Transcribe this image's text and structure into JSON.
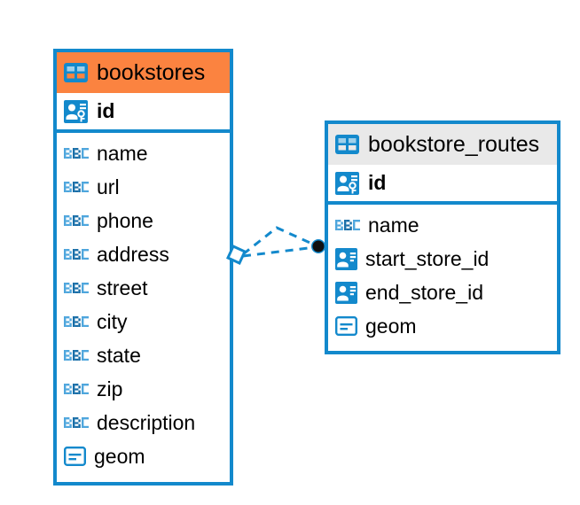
{
  "diagram": {
    "type": "entity-relationship-diagram",
    "colors": {
      "border": "#1389cc",
      "accent_orange": "#fb8340",
      "accent_gray": "#e9e9e9",
      "icon_blue": "#1389cc",
      "icon_light_blue": "#6cb6e0",
      "text": "#000000",
      "endpoint_circle": "#111111"
    },
    "tables": [
      {
        "name": "bookstores",
        "header_style": "accent-orange",
        "header_icon": "table-grid-icon",
        "primary_key": {
          "label": "id",
          "icon": "primary-key-icon"
        },
        "fields": [
          {
            "label": "name",
            "icon": "abc-text-icon"
          },
          {
            "label": "url",
            "icon": "abc-text-icon"
          },
          {
            "label": "phone",
            "icon": "abc-text-icon"
          },
          {
            "label": "address",
            "icon": "abc-text-icon"
          },
          {
            "label": "street",
            "icon": "abc-text-icon"
          },
          {
            "label": "city",
            "icon": "abc-text-icon"
          },
          {
            "label": "state",
            "icon": "abc-text-icon"
          },
          {
            "label": "zip",
            "icon": "abc-text-icon"
          },
          {
            "label": "description",
            "icon": "abc-text-icon"
          },
          {
            "label": "geom",
            "icon": "geometry-icon"
          }
        ]
      },
      {
        "name": "bookstore_routes",
        "header_style": "accent-gray",
        "header_icon": "table-grid-icon",
        "primary_key": {
          "label": "id",
          "icon": "primary-key-icon"
        },
        "fields": [
          {
            "label": "name",
            "icon": "abc-text-icon"
          },
          {
            "label": "start_store_id",
            "icon": "foreign-key-icon"
          },
          {
            "label": "end_store_id",
            "icon": "foreign-key-icon"
          },
          {
            "label": "geom",
            "icon": "geometry-icon"
          }
        ]
      }
    ],
    "relationship": {
      "style": "dashed",
      "source_endpoint": "diamond",
      "target_endpoint": "filled-circle",
      "branches": 2
    }
  }
}
